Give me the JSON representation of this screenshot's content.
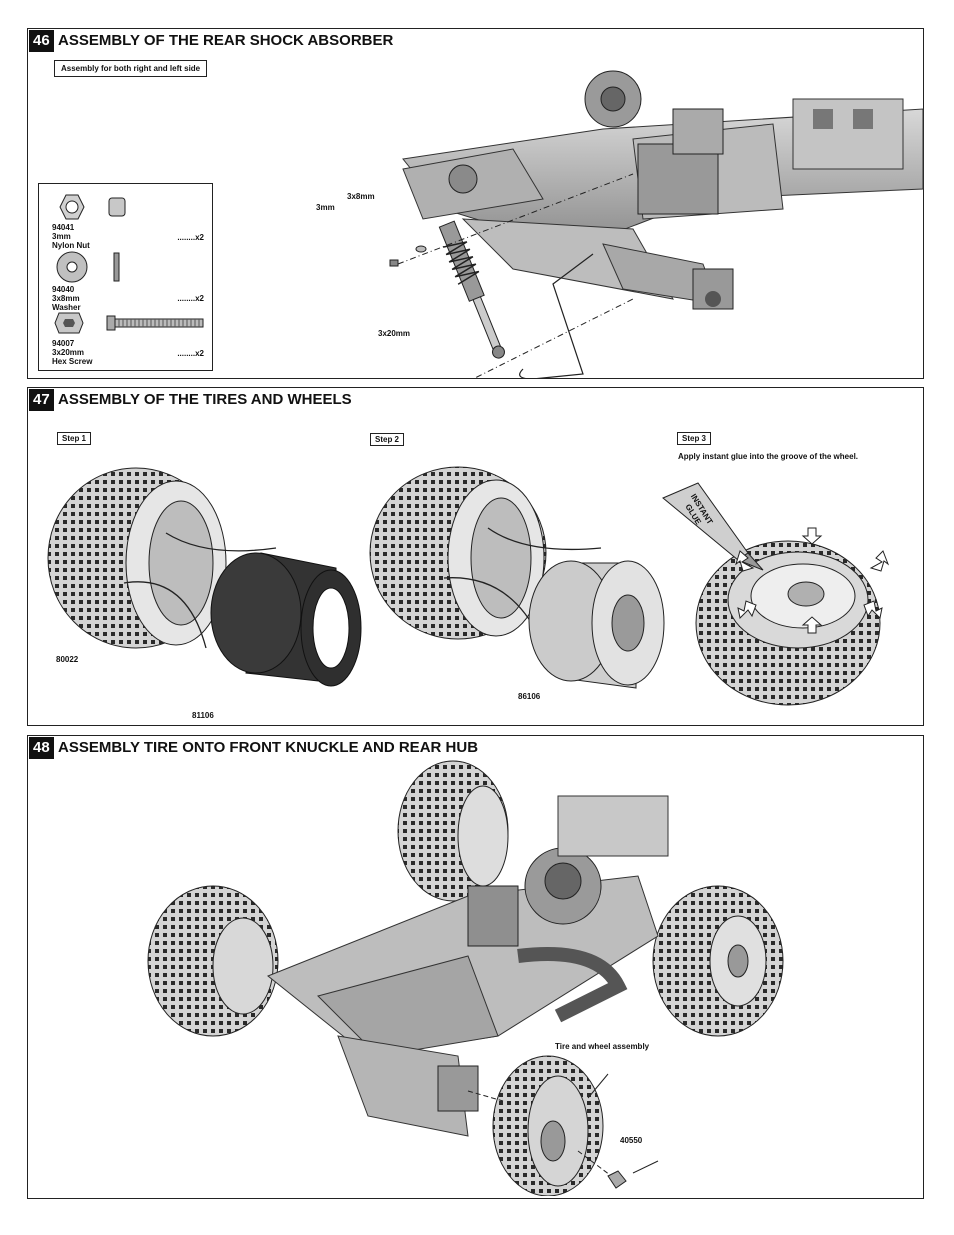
{
  "step46": {
    "number": "46",
    "title": "ASSEMBLY OF THE REAR SHOCK ABSORBER",
    "note": "Assembly for both right and left side",
    "callouts": {
      "nut": "3mm",
      "washer": "3x8mm",
      "screw": "3x20mm"
    },
    "parts": [
      {
        "code": "94041",
        "size": "3mm",
        "name": "Nylon Nut",
        "qty": "........x2",
        "icon": "nylon-nut-icon"
      },
      {
        "code": "94040",
        "size": "3x8mm",
        "name": "Washer",
        "qty": "........x2",
        "icon": "washer-icon"
      },
      {
        "code": "94007",
        "size": "3x20mm",
        "name": "Hex Screw",
        "qty": "........x2",
        "icon": "hex-screw-icon"
      }
    ]
  },
  "step47": {
    "number": "47",
    "title": "ASSEMBLY OF THE TIRES AND WHEELS",
    "steps": [
      "Step 1",
      "Step 2",
      "Step 3"
    ],
    "instruction": "Apply instant glue into the groove of the wheel.",
    "glue_label": "INSTANT GLUE",
    "part_codes": {
      "tire": "80022",
      "insert": "81106",
      "wheel": "86106"
    }
  },
  "step48": {
    "number": "48",
    "title": "ASSEMBLY TIRE ONTO FRONT KNUCKLE AND REAR HUB",
    "callout": "Tire and wheel assembly",
    "part_code": "40550"
  }
}
